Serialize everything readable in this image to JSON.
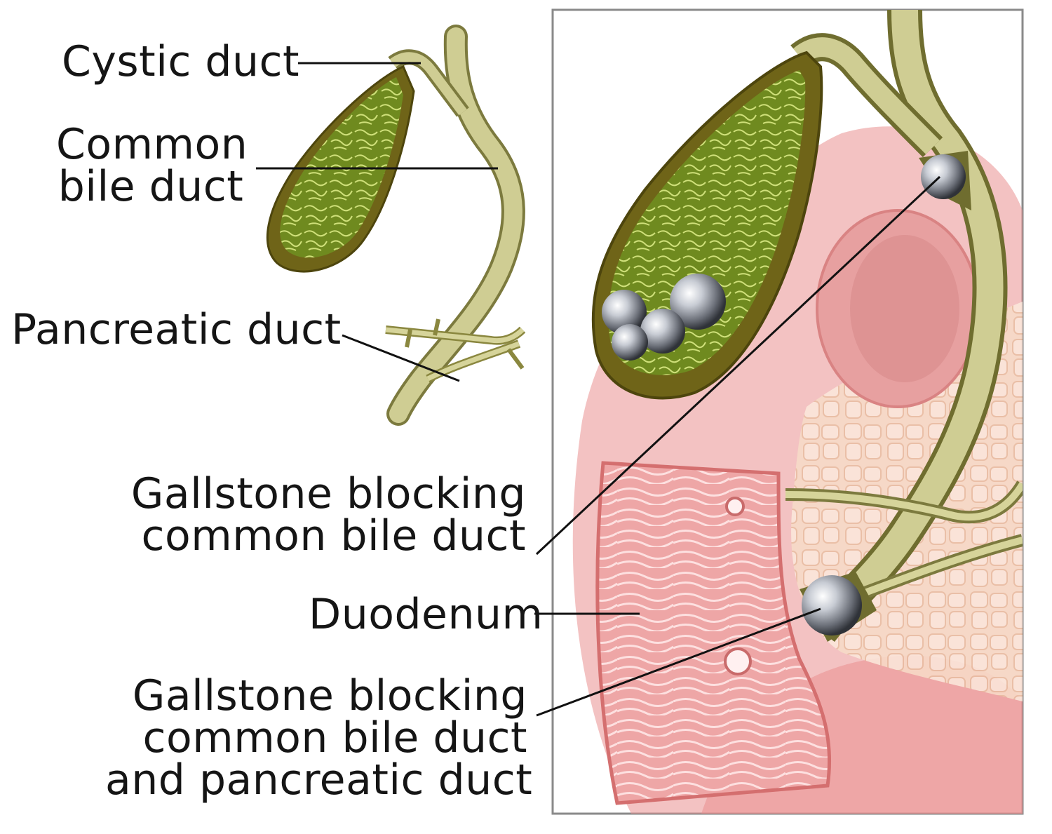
{
  "labels": {
    "cystic_duct": "Cystic duct",
    "common_bile_duct": [
      "Common",
      "bile duct"
    ],
    "pancreatic_duct": "Pancreatic duct",
    "gallstone_cbd": [
      "Gallstone blocking",
      "common bile duct"
    ],
    "duodenum": "Duodenum",
    "gallstone_both": [
      "Gallstone blocking",
      "common bile duct",
      "and pancreatic duct"
    ]
  },
  "colors": {
    "gallbladder_wall": "#6f6418",
    "gallbladder_lining": "#7d9a2a",
    "duct": "#c9c88c",
    "duct_outline": "#7c7a3e",
    "stomach_pink": "#e98f8f",
    "duodenum_lining": "#f3b2b2",
    "pancreas": "#f4d2bb",
    "stone": "#9aa0a8",
    "leader_line": "#111111",
    "panel_border": "#8a8a8a"
  }
}
